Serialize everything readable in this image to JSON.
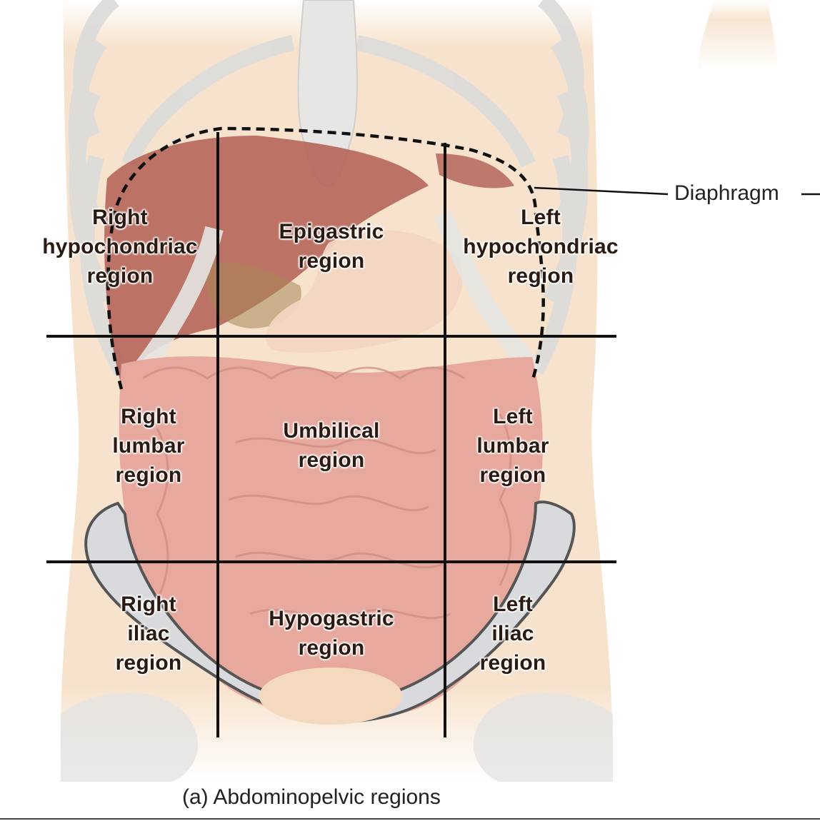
{
  "regions": {
    "right_hypochondriac": [
      "Right",
      "hypochondriac",
      "region"
    ],
    "epigastric": [
      "Epigastric",
      "region"
    ],
    "left_hypochondriac": [
      "Left",
      "hypochondriac",
      "region"
    ],
    "right_lumbar": [
      "Right",
      "lumbar",
      "region"
    ],
    "umbilical": [
      "Umbilical",
      "region"
    ],
    "left_lumbar": [
      "Left",
      "lumbar",
      "region"
    ],
    "right_iliac": [
      "Right",
      "iliac",
      "region"
    ],
    "hypogastric": [
      "Hypogastric",
      "region"
    ],
    "left_iliac": [
      "Left",
      "iliac",
      "region"
    ]
  },
  "callout": "Diaphragm",
  "caption": "(a) Abdominopelvic regions",
  "colors": {
    "skin": "#f7e3cd",
    "bone": "#e4e4e2",
    "liver": "#b5655a",
    "intestine": "#e7a99e",
    "pelvis_rim": "#d9dadd",
    "lines": "#111111"
  }
}
